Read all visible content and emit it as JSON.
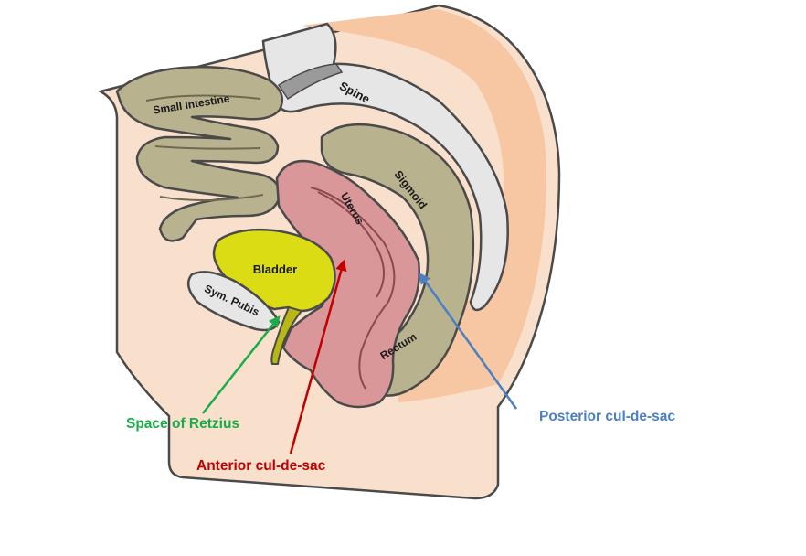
{
  "labels": {
    "small_intestine": "Small Intestine",
    "spine": "Spine",
    "sigmoid": "Sigmoid",
    "uterus": "Uterus",
    "bladder": "Bladder",
    "sym_pubis": "Sym. Pubis",
    "rectum": "Rectum"
  },
  "callouts": {
    "space_of_retzius": "Space of Retzius",
    "anterior_cul_de_sac": "Anterior cul-de-sac",
    "posterior_cul_de_sac": "Posterior cul-de-sac"
  },
  "colors": {
    "skin": "#f8e0cc",
    "back_tissue": "#f7c7a4",
    "intestine": "#b9b28f",
    "spine": "#e6e6e6",
    "uterus": "#d9979a",
    "bladder": "#dcdc14",
    "outline": "#4a4a4a",
    "green_arrow": "#1aab4a",
    "red_arrow": "#c00000",
    "blue_arrow": "#4a7fc1"
  }
}
